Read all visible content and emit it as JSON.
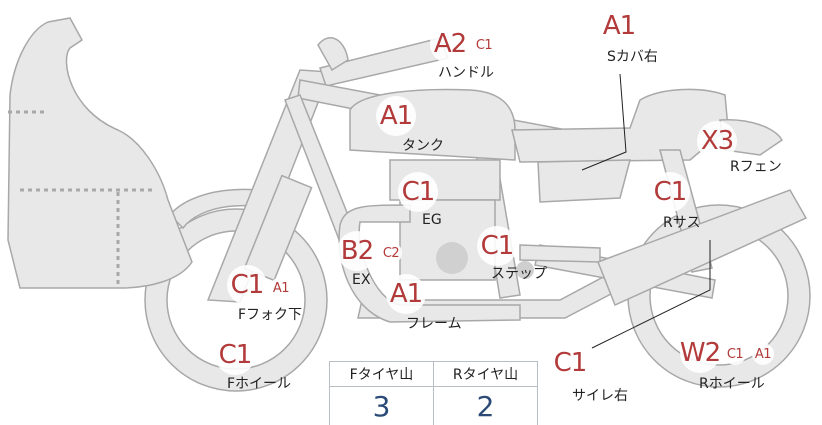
{
  "parts": [
    {
      "id": "handle",
      "name": "ハンドル",
      "grade": "A2",
      "sub_grades": [
        "C1"
      ]
    },
    {
      "id": "side-cover-r",
      "name": "Sカバ右",
      "grade": "A1",
      "sub_grades": []
    },
    {
      "id": "tank",
      "name": "タンク",
      "grade": "A1",
      "sub_grades": []
    },
    {
      "id": "rear-fender",
      "name": "Rフェン",
      "grade": "X3",
      "sub_grades": []
    },
    {
      "id": "engine",
      "name": "EG",
      "grade": "C1",
      "sub_grades": []
    },
    {
      "id": "rear-suspension",
      "name": "Rサス",
      "grade": "C1",
      "sub_grades": []
    },
    {
      "id": "exhaust",
      "name": "EX",
      "grade": "B2",
      "sub_grades": [
        "C2"
      ]
    },
    {
      "id": "step",
      "name": "ステップ",
      "grade": "C1",
      "sub_grades": []
    },
    {
      "id": "front-fork-lower",
      "name": "Fフォク下",
      "grade": "C1",
      "sub_grades": [
        "A1"
      ]
    },
    {
      "id": "frame",
      "name": "フレーム",
      "grade": "A1",
      "sub_grades": []
    },
    {
      "id": "front-wheel",
      "name": "Fホイール",
      "grade": "C1",
      "sub_grades": []
    },
    {
      "id": "silencer-r",
      "name": "サイレ右",
      "grade": "C1",
      "sub_grades": []
    },
    {
      "id": "rear-wheel",
      "name": "Rホイール",
      "grade": "W2",
      "sub_grades": [
        "C1",
        "A1"
      ]
    }
  ],
  "tire_table": {
    "front_header": "Fタイヤ山",
    "rear_header": "Rタイヤ山",
    "front_value": "3",
    "rear_value": "2"
  }
}
